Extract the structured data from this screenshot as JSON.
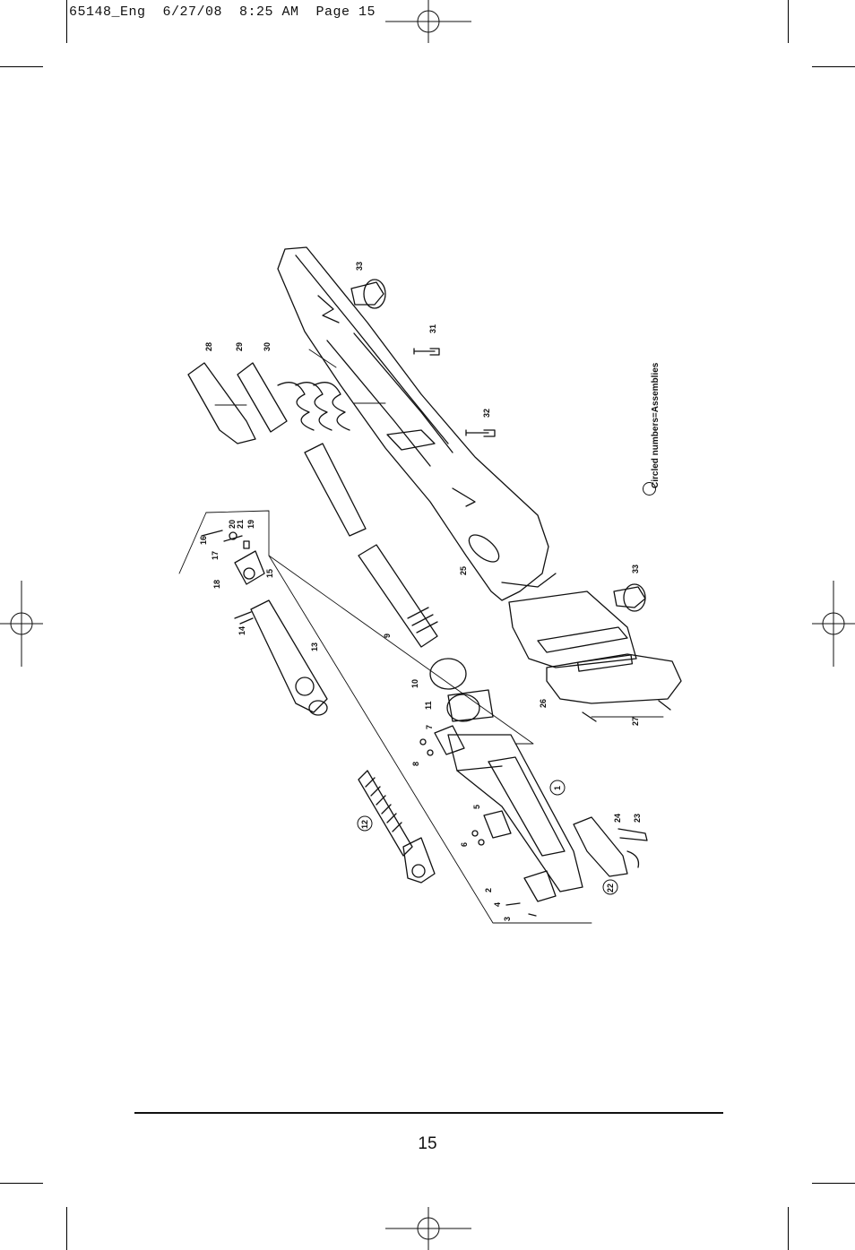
{
  "header": {
    "slug": "65148_Eng  6/27/08  8:25 AM  Page 15"
  },
  "diagram": {
    "legend": "Circled numbers=Assemblies",
    "labels": {
      "p1": "1",
      "p2": "2",
      "p3": "3",
      "p4": "4",
      "p5": "5",
      "p6": "6",
      "p7": "7",
      "p8": "8",
      "p9": "9",
      "p10": "10",
      "p11": "11",
      "p12": "12",
      "p13": "13",
      "p14": "14",
      "p15": "15",
      "p16": "16",
      "p17": "17",
      "p18": "18",
      "p19": "19",
      "p20": "20",
      "p21": "21",
      "p22": "22",
      "p23": "23",
      "p24": "24",
      "p25": "25",
      "p26": "26",
      "p27": "27",
      "p28": "28",
      "p29": "29",
      "p30": "30",
      "p31": "31",
      "p32": "32",
      "p33a": "33",
      "p33b": "33"
    }
  },
  "footer": {
    "page_number": "15"
  }
}
